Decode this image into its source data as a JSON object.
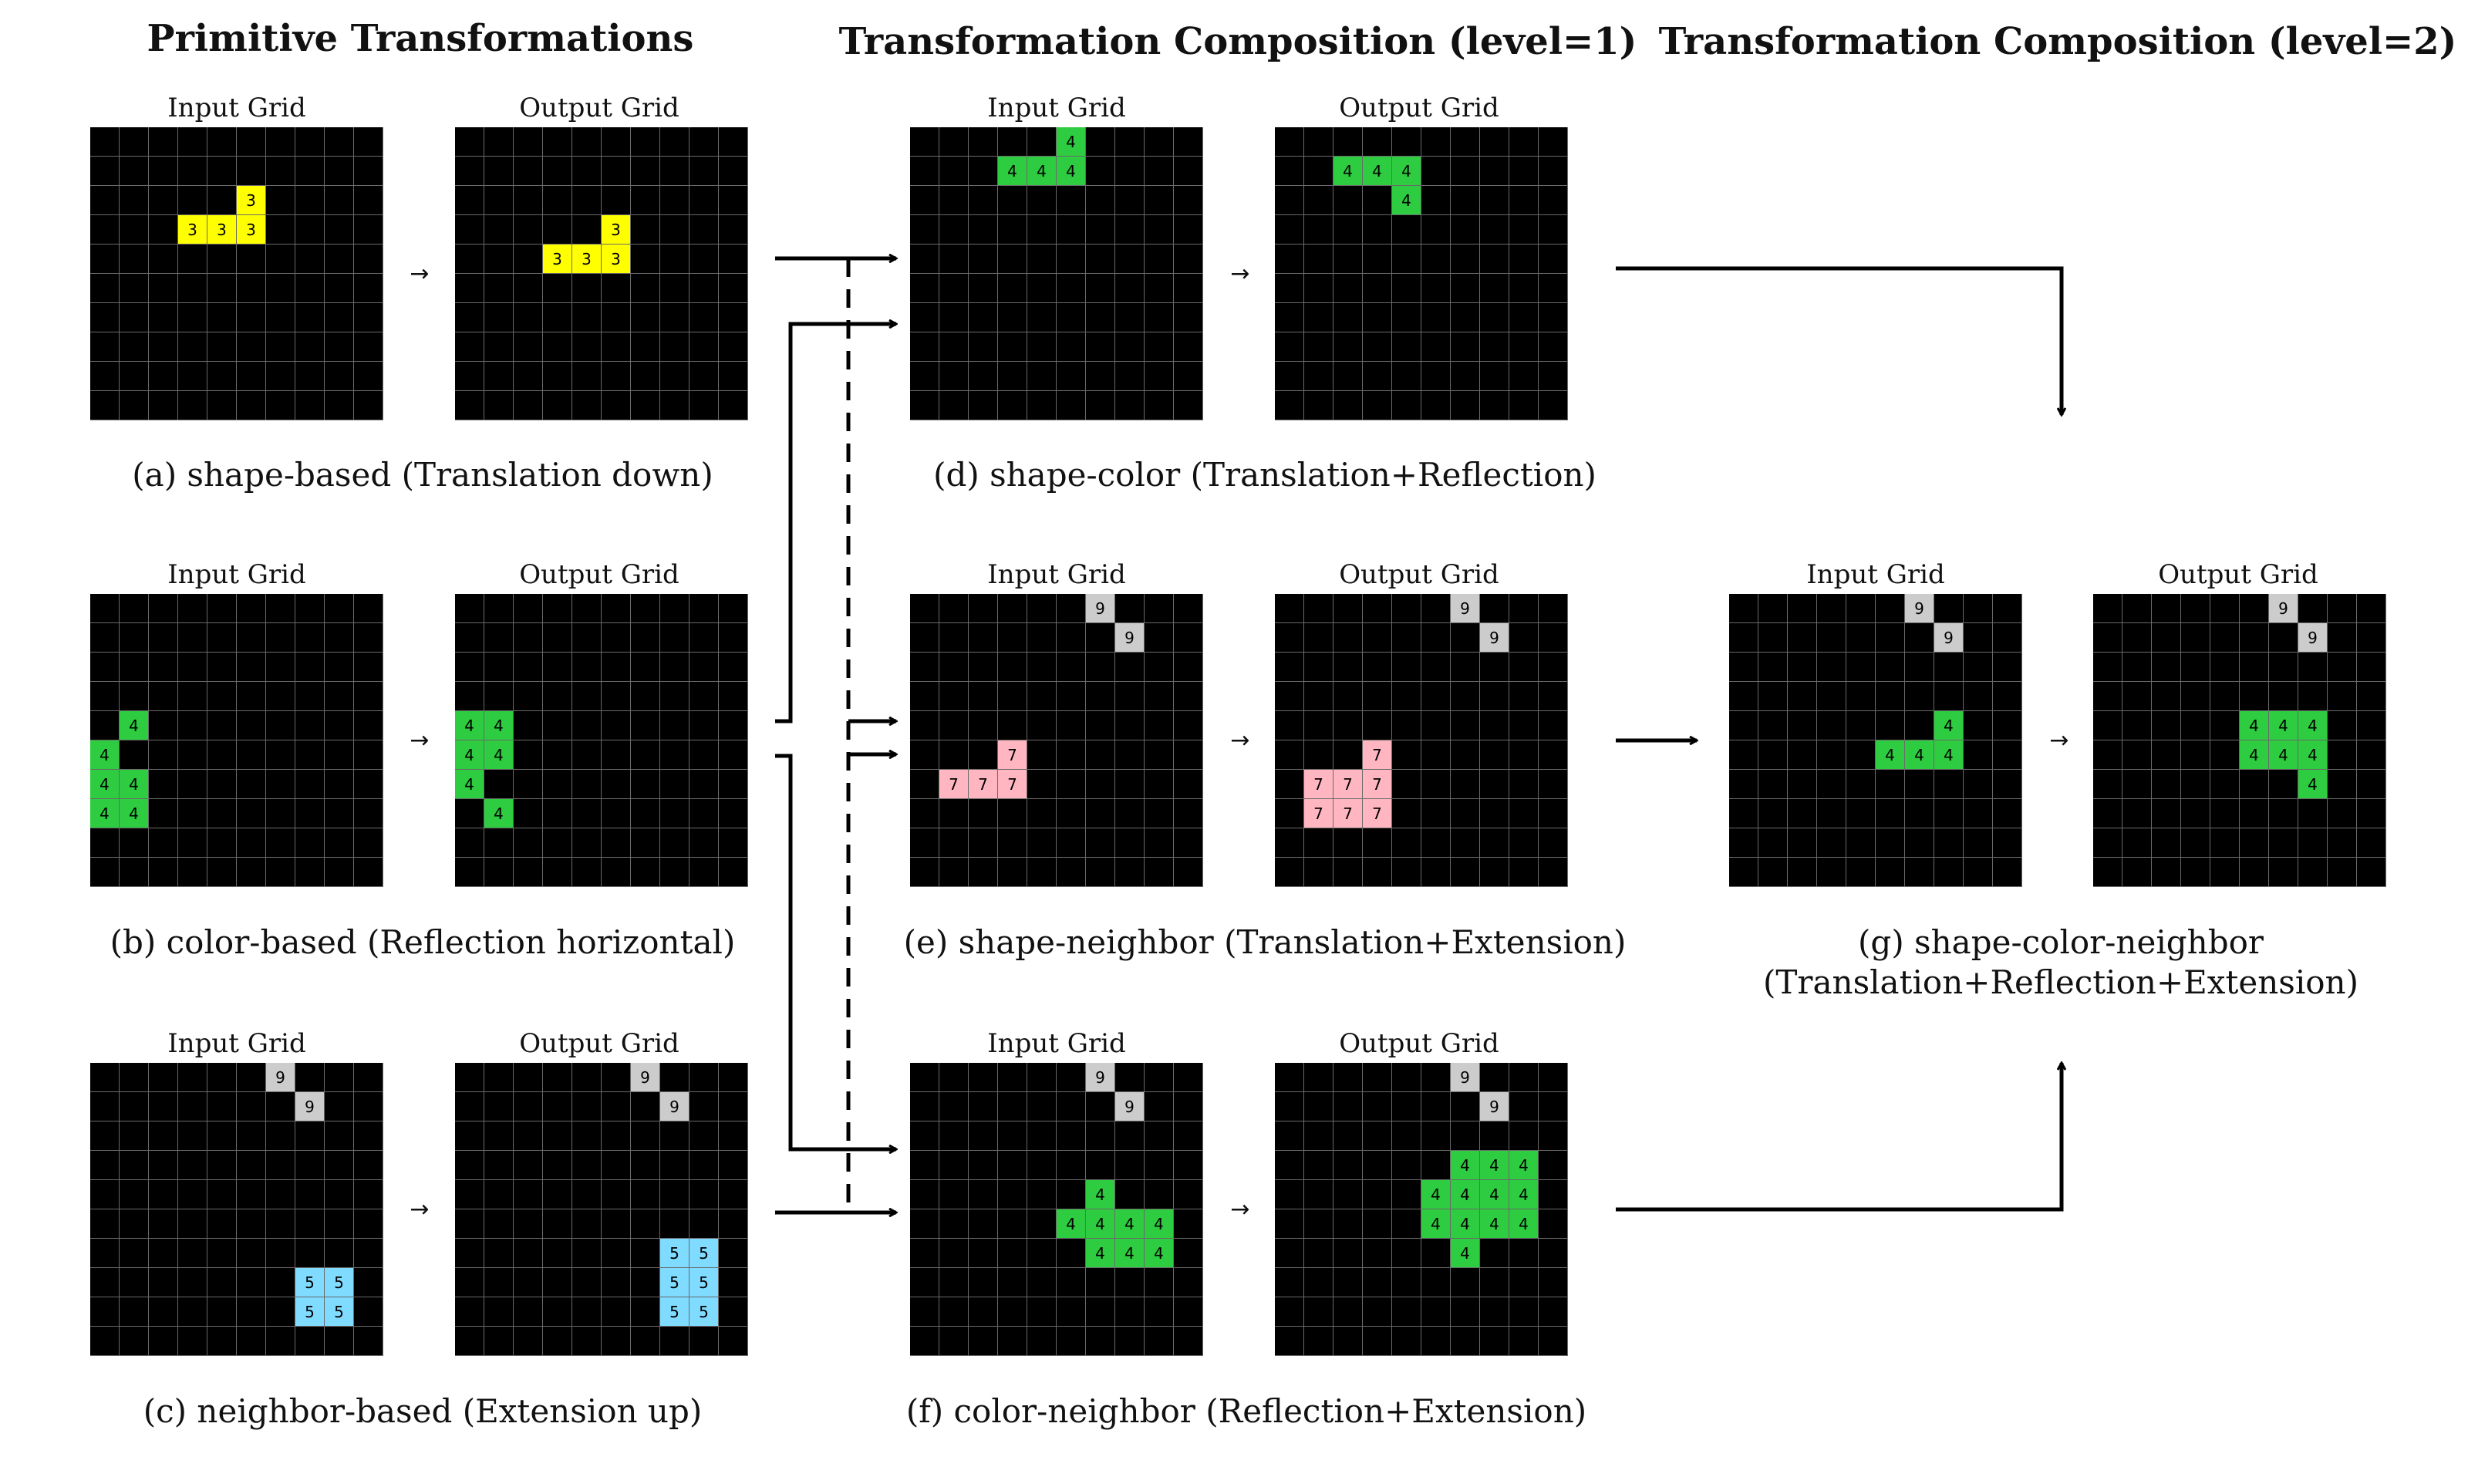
{
  "titles": {
    "primitive": "Primitive Transformations",
    "level1": "Transformation Composition (level=1)",
    "level2": "Transformation Composition (level=2)"
  },
  "labels": {
    "input": "Input Grid",
    "output": "Output Grid",
    "arrow": "→"
  },
  "colors": {
    "background": "#000000",
    "3": "#ffff00",
    "4": "#2ecc40",
    "5": "#7fdbff",
    "7": "#ffb6c1",
    "9": "#cccccc"
  },
  "panels": {
    "a": {
      "caption": "(a) shape-based (Translation down)",
      "input": [
        [
          2,
          5,
          3
        ],
        [
          3,
          3,
          3
        ],
        [
          3,
          4,
          3
        ],
        [
          3,
          5,
          3
        ]
      ],
      "output": [
        [
          3,
          5,
          3
        ],
        [
          4,
          3,
          3
        ],
        [
          4,
          4,
          3
        ],
        [
          4,
          5,
          3
        ]
      ]
    },
    "b": {
      "caption": "(b) color-based (Reflection horizontal)",
      "input": [
        [
          4,
          1,
          4
        ],
        [
          5,
          0,
          4
        ],
        [
          6,
          0,
          4
        ],
        [
          6,
          1,
          4
        ],
        [
          7,
          0,
          4
        ],
        [
          7,
          1,
          4
        ]
      ],
      "output": [
        [
          4,
          0,
          4
        ],
        [
          4,
          1,
          4
        ],
        [
          5,
          0,
          4
        ],
        [
          5,
          1,
          4
        ],
        [
          6,
          0,
          4
        ],
        [
          7,
          1,
          4
        ]
      ]
    },
    "c": {
      "caption": "(c) neighbor-based (Extension up)",
      "input": [
        [
          0,
          6,
          9
        ],
        [
          1,
          7,
          9
        ],
        [
          7,
          7,
          5
        ],
        [
          7,
          8,
          5
        ],
        [
          8,
          7,
          5
        ],
        [
          8,
          8,
          5
        ]
      ],
      "output": [
        [
          0,
          6,
          9
        ],
        [
          1,
          7,
          9
        ],
        [
          6,
          7,
          5
        ],
        [
          6,
          8,
          5
        ],
        [
          7,
          7,
          5
        ],
        [
          7,
          8,
          5
        ],
        [
          8,
          7,
          5
        ],
        [
          8,
          8,
          5
        ]
      ]
    },
    "d": {
      "caption": "(d) shape-color (Translation+Reflection)",
      "input": [
        [
          0,
          5,
          4
        ],
        [
          1,
          3,
          4
        ],
        [
          1,
          4,
          4
        ],
        [
          1,
          5,
          4
        ]
      ],
      "output": [
        [
          1,
          2,
          4
        ],
        [
          1,
          3,
          4
        ],
        [
          1,
          4,
          4
        ],
        [
          2,
          4,
          4
        ]
      ]
    },
    "e": {
      "caption": "(e) shape-neighbor (Translation+Extension)",
      "input": [
        [
          0,
          6,
          9
        ],
        [
          1,
          7,
          9
        ],
        [
          5,
          3,
          7
        ],
        [
          6,
          1,
          7
        ],
        [
          6,
          2,
          7
        ],
        [
          6,
          3,
          7
        ]
      ],
      "output": [
        [
          0,
          6,
          9
        ],
        [
          1,
          7,
          9
        ],
        [
          5,
          3,
          7
        ],
        [
          6,
          1,
          7
        ],
        [
          6,
          2,
          7
        ],
        [
          6,
          3,
          7
        ],
        [
          7,
          1,
          7
        ],
        [
          7,
          2,
          7
        ],
        [
          7,
          3,
          7
        ]
      ]
    },
    "f": {
      "caption": "(f) color-neighbor (Reflection+Extension)",
      "input": [
        [
          0,
          6,
          9
        ],
        [
          1,
          7,
          9
        ],
        [
          4,
          6,
          4
        ],
        [
          5,
          5,
          4
        ],
        [
          5,
          6,
          4
        ],
        [
          5,
          7,
          4
        ],
        [
          5,
          8,
          4
        ],
        [
          6,
          6,
          4
        ],
        [
          6,
          7,
          4
        ],
        [
          6,
          8,
          4
        ]
      ],
      "output": [
        [
          0,
          6,
          9
        ],
        [
          1,
          7,
          9
        ],
        [
          3,
          6,
          4
        ],
        [
          3,
          7,
          4
        ],
        [
          3,
          8,
          4
        ],
        [
          4,
          5,
          4
        ],
        [
          4,
          6,
          4
        ],
        [
          4,
          7,
          4
        ],
        [
          4,
          8,
          4
        ],
        [
          5,
          5,
          4
        ],
        [
          5,
          6,
          4
        ],
        [
          5,
          7,
          4
        ],
        [
          5,
          8,
          4
        ],
        [
          6,
          6,
          4
        ]
      ]
    },
    "g": {
      "caption": "(g) shape-color-neighbor",
      "caption2": "(Translation+Reflection+Extension)",
      "input": [
        [
          0,
          6,
          9
        ],
        [
          1,
          7,
          9
        ],
        [
          4,
          7,
          4
        ],
        [
          5,
          5,
          4
        ],
        [
          5,
          6,
          4
        ],
        [
          5,
          7,
          4
        ]
      ],
      "output": [
        [
          0,
          6,
          9
        ],
        [
          1,
          7,
          9
        ],
        [
          4,
          5,
          4
        ],
        [
          4,
          6,
          4
        ],
        [
          4,
          7,
          4
        ],
        [
          5,
          5,
          4
        ],
        [
          5,
          6,
          4
        ],
        [
          5,
          7,
          4
        ],
        [
          6,
          7,
          4
        ]
      ]
    }
  }
}
